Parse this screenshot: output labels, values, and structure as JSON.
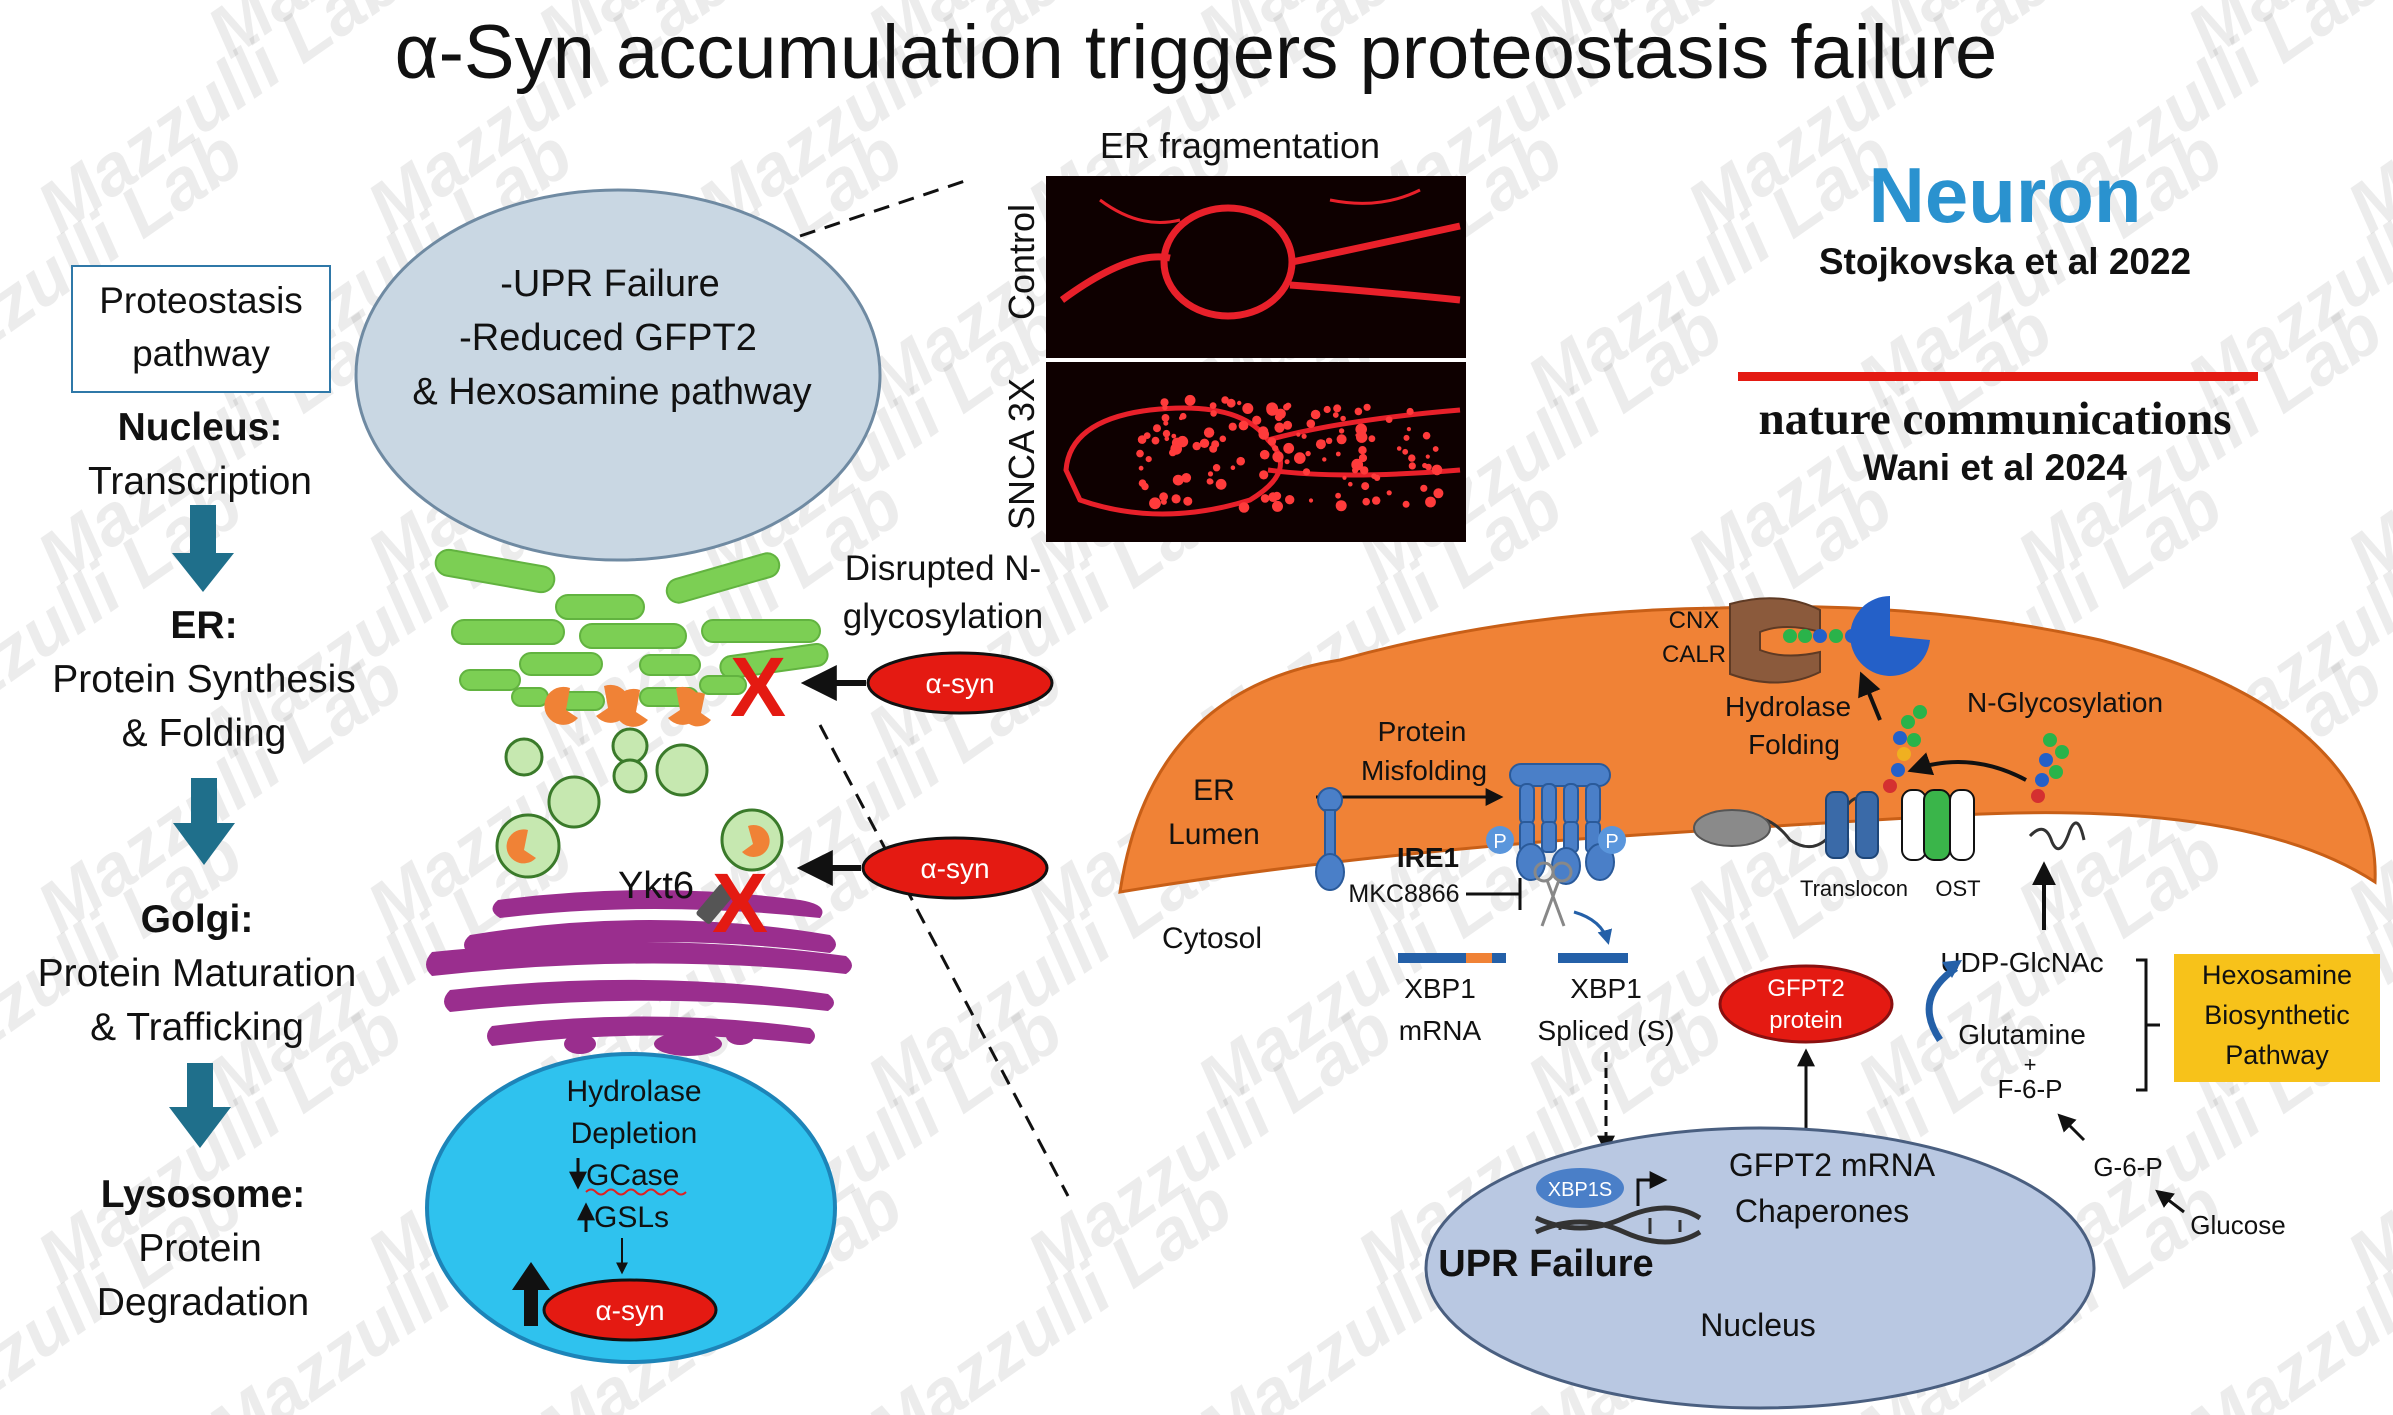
{
  "title": "α-Syn accumulation triggers proteostasis failure",
  "watermark": "Mazzulli Lab",
  "colors": {
    "er_green": "#7ccf54",
    "golgi_purple": "#9a2e8e",
    "lysosome_cyan": "#2fc2ee",
    "nucleus_gray": "#c9d7e3",
    "asyn_red": "#e41a12",
    "arrow_blue": "#1f6f8b",
    "er_orange": "#f08236",
    "hbp_yellow": "#f7c21a",
    "neuron_blue": "#2a92cf"
  },
  "left_panel": {
    "box_line1": "Proteostasis",
    "box_line2": "pathway",
    "nucleus_head": "Nucleus:",
    "nucleus_sub": "Transcription",
    "er_head": "ER:",
    "er_sub1": "Protein Synthesis",
    "er_sub2": "& Folding",
    "golgi_head": "Golgi:",
    "golgi_sub1": "Protein Maturation",
    "golgi_sub2": "& Trafficking",
    "lyso_head": "Lysosome:",
    "lyso_sub1": "Protein",
    "lyso_sub2": "Degradation"
  },
  "cell": {
    "nucleus_line1": "-UPR Failure",
    "nucleus_line2": "-Reduced GFPT2",
    "nucleus_line3": "& Hexosamine pathway",
    "disrupted_line1": "Disrupted N-",
    "disrupted_line2": "glycosylation",
    "asyn_label": "α-syn",
    "ykt6": "Ykt6",
    "x_mark": "X",
    "lyso_line1": "Hydrolase",
    "lyso_line2": "Depletion",
    "gcase": "GCase",
    "gsls": "GSLs"
  },
  "micrograph": {
    "title": "ER fragmentation",
    "label_top": "Control",
    "label_bottom": "SNCA 3X"
  },
  "references": {
    "journal1": "Neuron",
    "cite1": "Stojkovska et al 2022",
    "journal2": "nature communications",
    "cite2": "Wani et al 2024"
  },
  "upr_diagram": {
    "er_lumen_1": "ER",
    "er_lumen_2": "Lumen",
    "cytosol": "Cytosol",
    "misfold_1": "Protein",
    "misfold_2": "Misfolding",
    "ire1": "IRE1",
    "mkc": "MKC8866",
    "p": "P",
    "xbp1_left_1": "XBP1",
    "xbp1_left_2": "mRNA",
    "xbp1_right_1": "XBP1",
    "xbp1_right_2": "Spliced (S)",
    "cnx": "CNX",
    "calr": "CALR",
    "hydrolase_1": "Hydrolase",
    "hydrolase_2": "Folding",
    "nglyco": "N-Glycosylation",
    "translocon": "Translocon",
    "ost": "OST",
    "udp": "UDP-GlcNAc",
    "gfpt2_1": "GFPT2",
    "gfpt2_2": "protein",
    "glutamine": "Glutamine",
    "plus": "+",
    "f6p": "F-6-P",
    "g6p": "G-6-P",
    "glucose": "Glucose",
    "hbp_1": "Hexosamine",
    "hbp_2": "Biosynthetic",
    "hbp_3": "Pathway",
    "xbp1s": "XBP1S",
    "gfpt2_mrna": "GFPT2 mRNA",
    "chaperones": "Chaperones",
    "upr_failure": "UPR Failure",
    "nucleus": "Nucleus"
  }
}
